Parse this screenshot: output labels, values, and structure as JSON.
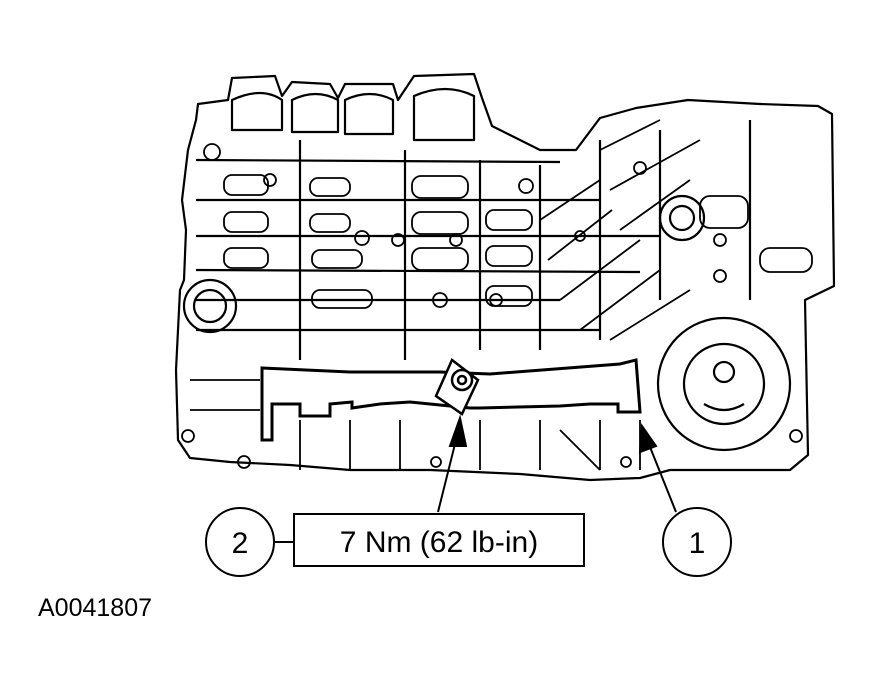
{
  "callouts": [
    {
      "number": "1"
    },
    {
      "number": "2"
    }
  ],
  "torque_spec": "7 Nm (62 lb-in)",
  "reference_code": "A0041807",
  "colors": {
    "ink": "#000000",
    "paper": "#ffffff"
  }
}
